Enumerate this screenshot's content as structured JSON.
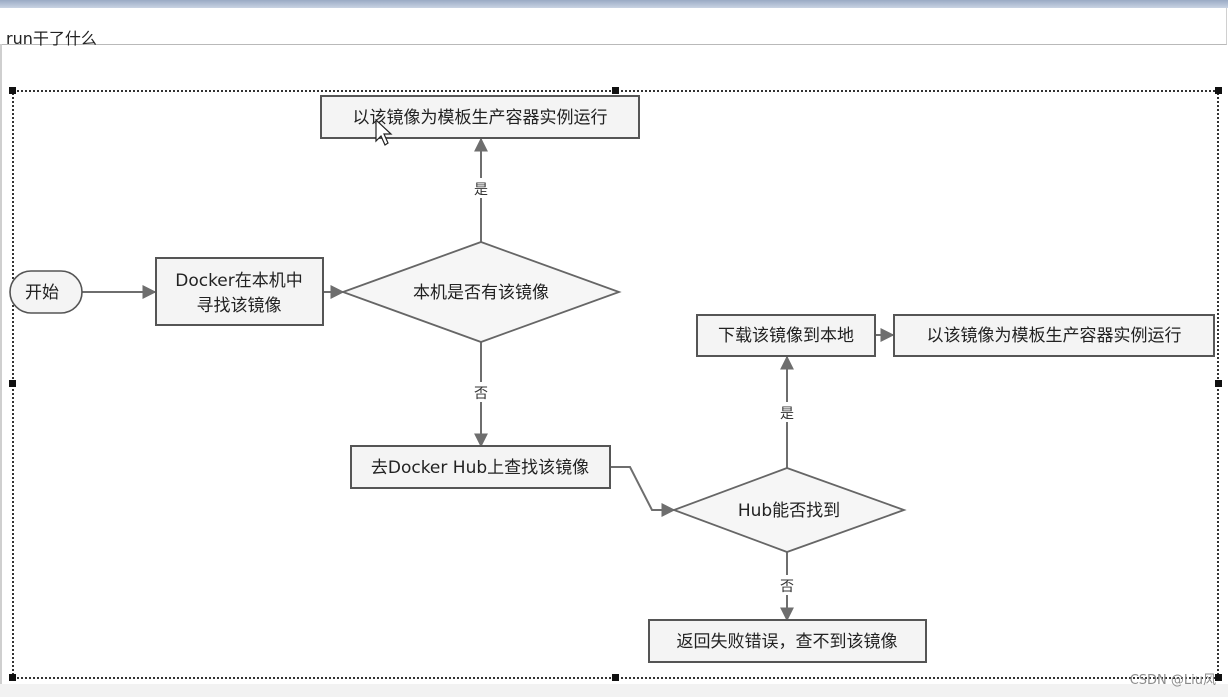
{
  "page": {
    "title": "run干了什么",
    "watermark": "CSDN @Liu风"
  },
  "nodes": {
    "start": "开始",
    "local_find_line1": "Docker在本机中",
    "local_find_line2": "寻找该镜像",
    "decision_local": "本机是否有该镜像",
    "run_top": "以该镜像为模板生产容器实例运行",
    "hub_search": "去Docker Hub上查找该镜像",
    "decision_hub": "Hub能否找到",
    "download": "下载该镜像到本地",
    "run_right": "以该镜像为模板生产容器实例运行",
    "error": "返回失败错误，查不到该镜像"
  },
  "edges": {
    "yes_top": "是",
    "no_local": "否",
    "yes_hub": "是",
    "no_hub": "否"
  }
}
